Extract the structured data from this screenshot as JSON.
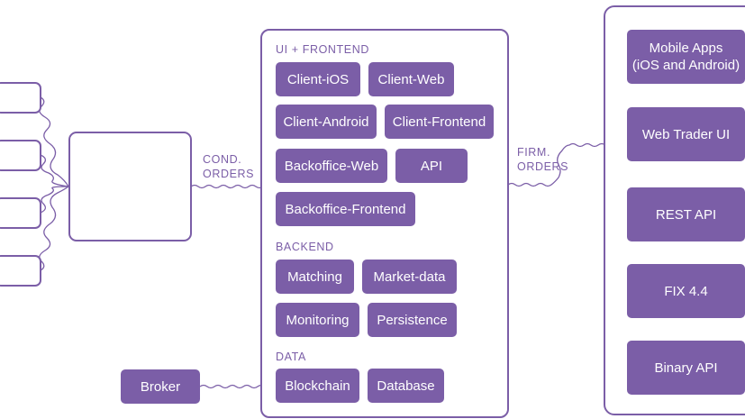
{
  "colors": {
    "accent": "#7b5ea7",
    "background": "#ffffff"
  },
  "labels": {
    "cond_orders": "COND.\nORDERS",
    "firm_orders": "FIRM.\nORDERS"
  },
  "frontend": {
    "title": "UI + FRONTEND",
    "items": [
      "Client-iOS",
      "Client-Web",
      "Client-Android",
      "Client-Frontend",
      "Backoffice-Web",
      "API",
      "Backoffice-Frontend"
    ]
  },
  "backend": {
    "title": "BACKEND",
    "items": [
      "Matching",
      "Market-data",
      "Monitoring",
      "Persistence"
    ]
  },
  "data_section": {
    "title": "DATA",
    "items": [
      "Blockchain",
      "Database"
    ]
  },
  "broker": "Broker",
  "interfaces": [
    "Mobile Apps\n(iOS and Android)",
    "Web Trader UI",
    "REST API",
    "FIX 4.4",
    "Binary API"
  ]
}
